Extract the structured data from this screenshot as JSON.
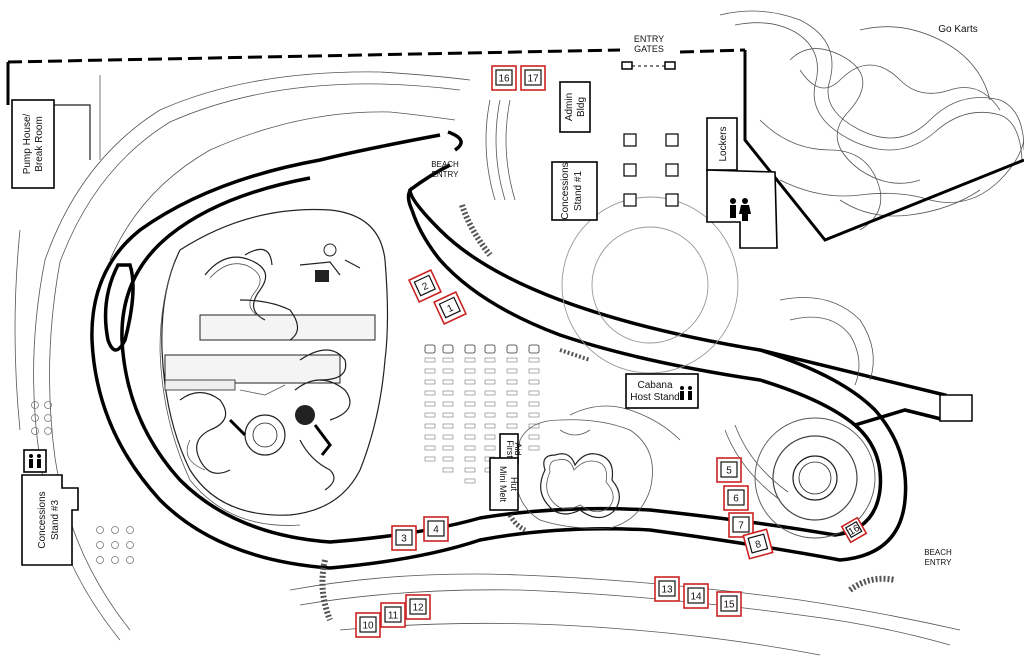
{
  "labels": {
    "entry_gates_1": "ENTRY",
    "entry_gates_2": "GATES",
    "go_karts": "Go Karts",
    "pump_house_1": "Pump House/",
    "pump_house_2": "Break Room",
    "admin_1": "Admin",
    "admin_2": "Bldg",
    "lockers": "Lockers",
    "concessions1_1": "Concessions",
    "concessions1_2": "Stand #1",
    "beach_entry_top_1": "BEACH",
    "beach_entry_top_2": "ENTRY",
    "beach_entry_bottom_1": "BEACH",
    "beach_entry_bottom_2": "ENTRY",
    "cabana_host_1": "Cabana",
    "cabana_host_2": "Host Stand",
    "first_aid_1": "First",
    "first_aid_2": "Aid",
    "mini_melt_1": "Mini Melt",
    "mini_melt_2": "Hut",
    "concessions3_1": "Concessions",
    "concessions3_2": "Stand #3"
  },
  "cabanas": [
    "1",
    "2",
    "3",
    "4",
    "5",
    "6",
    "7",
    "8",
    "10",
    "11",
    "12",
    "13",
    "14",
    "15",
    "16",
    "17"
  ],
  "icons": {
    "restroom": "restroom-icon",
    "slide_tower": "water-slide-tower-icon"
  },
  "colors": {
    "cabana_outline": "#cc2222",
    "line": "#000000"
  }
}
